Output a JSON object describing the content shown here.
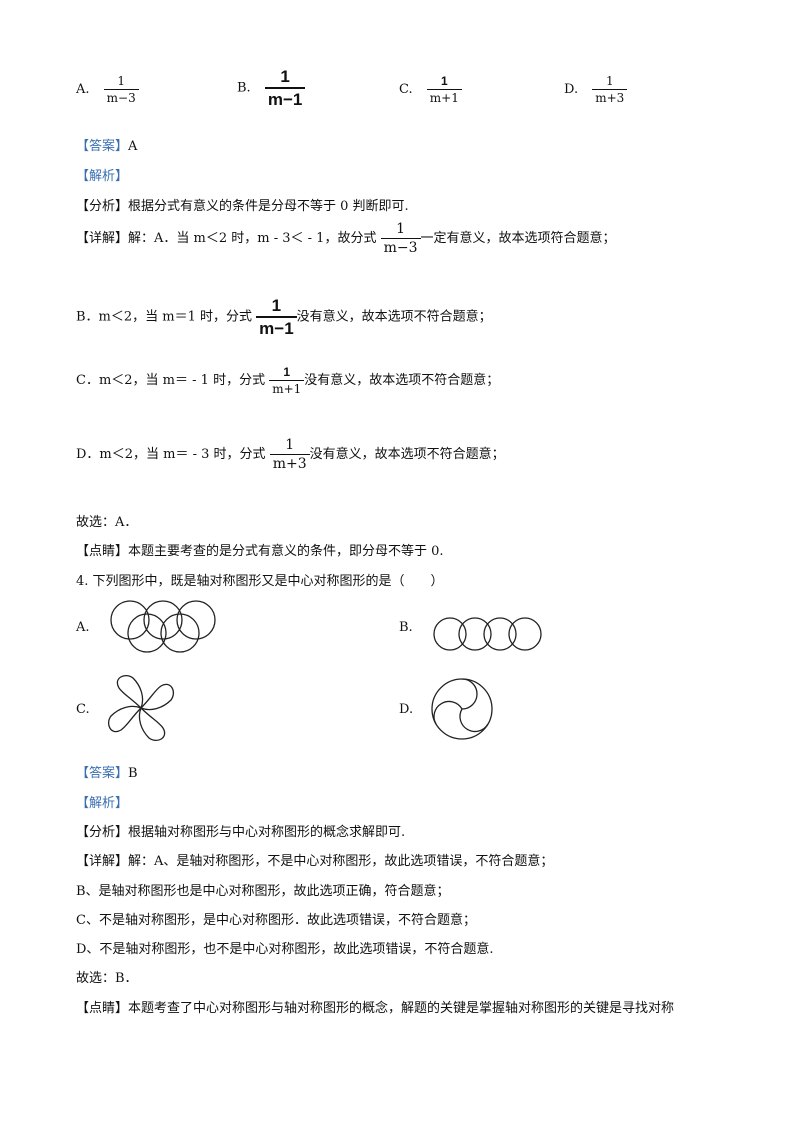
{
  "q3_options": {
    "a": {
      "label": "A.",
      "num": "1",
      "den": "m−3"
    },
    "b": {
      "label": "B.",
      "num": "1",
      "den": "m−1"
    },
    "c": {
      "label": "C.",
      "num": "1",
      "den": "m+1"
    },
    "d": {
      "label": "D.",
      "num": "1",
      "den": "m+3"
    }
  },
  "q3_answer": {
    "tag": "【答案】",
    "value": "A"
  },
  "q3_analysis_tag": "【解析】",
  "q3_fenxi": {
    "tag": "【分析】",
    "text": "根据分式有意义的条件是分母不等于 0 判断即可."
  },
  "q3_detail": {
    "tag": "【详解】",
    "line_a_pre": "解：A．当 m＜2 时，m - 3＜ - 1，故分式",
    "frac_a_num": "1",
    "frac_a_den": "m−3",
    "line_a_post": "一定有意义，故本选项符合题意；",
    "line_b_pre": "B．m＜2，当 m＝1 时，分式",
    "frac_b_num": "1",
    "frac_b_den": "m−1",
    "line_b_post": "没有意义，故本选项不符合题意；",
    "line_c_pre": "C．m＜2，当 m＝ - 1 时，分式",
    "frac_c_num": "1",
    "frac_c_den": "m+1",
    "line_c_post": "没有意义，故本选项不符合题意；",
    "line_d_pre": "D．m＜2，当 m＝ - 3 时，分式",
    "frac_d_num": "1",
    "frac_d_den": "m+3",
    "line_d_post": "没有意义，故本选项不符合题意；"
  },
  "q3_choose": "故选：A．",
  "q3_dianjing": {
    "tag": "【点睛】",
    "text": "本题主要考查的是分式有意义的条件，即分母不等于 0."
  },
  "q4": {
    "stem": "4. 下列图形中，既是轴对称图形又是中心对称图形的是（　　）",
    "labels": {
      "a": "A.",
      "b": "B.",
      "c": "C.",
      "d": "D."
    }
  },
  "q4_answer": {
    "tag": "【答案】",
    "value": "B"
  },
  "q4_analysis_tag": "【解析】",
  "q4_fenxi": {
    "tag": "【分析】",
    "text": "根据轴对称图形与中心对称图形的概念求解即可."
  },
  "q4_detail": {
    "tag": "【详解】",
    "line1": "解：A、是轴对称图形，不是中心对称图形，故此选项错误，不符合题意；",
    "line2": "B、是轴对称图形也是中心对称图形，故此选项正确，符合题意；",
    "line3": "C、不是轴对称图形，是中心对称图形．故此选项错误，不符合题意；",
    "line4": "D、不是轴对称图形，也不是中心对称图形，故此选项错误，不符合题意."
  },
  "q4_choose": "故选：B．",
  "q4_dianjing": {
    "tag": "【点睛】",
    "text": "本题考查了中心对称图形与轴对称图形的概念，解题的关键是掌握轴对称图形的关键是寻找对称"
  }
}
